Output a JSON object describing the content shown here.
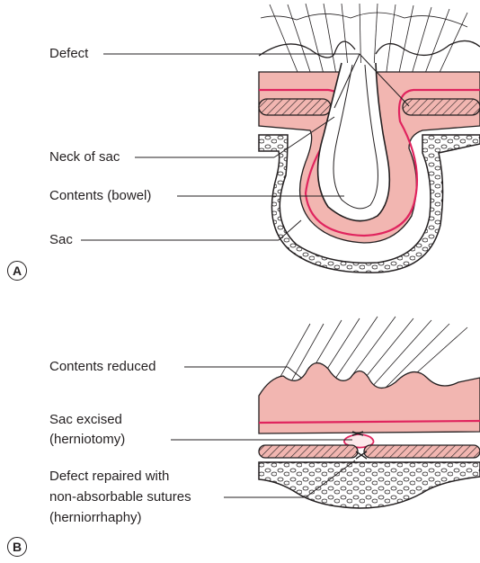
{
  "panel_a": {
    "badge": "A",
    "labels": {
      "defect": "Defect",
      "neck": "Neck of sac",
      "contents": "Contents (bowel)",
      "sac": "Sac"
    }
  },
  "panel_b": {
    "badge": "B",
    "labels": {
      "reduced": "Contents reduced",
      "excised_1": "Sac excised",
      "excised_2": "(herniotomy)",
      "repair_1": "Defect repaired with",
      "repair_2": "non-absorbable sutures",
      "repair_3": "(herniorrhaphy)"
    }
  },
  "colors": {
    "tissue_pink": "#f2b6b1",
    "peritoneum_red": "#e0245e",
    "outline": "#231f20",
    "muscle_hatch": "#c98c86"
  }
}
